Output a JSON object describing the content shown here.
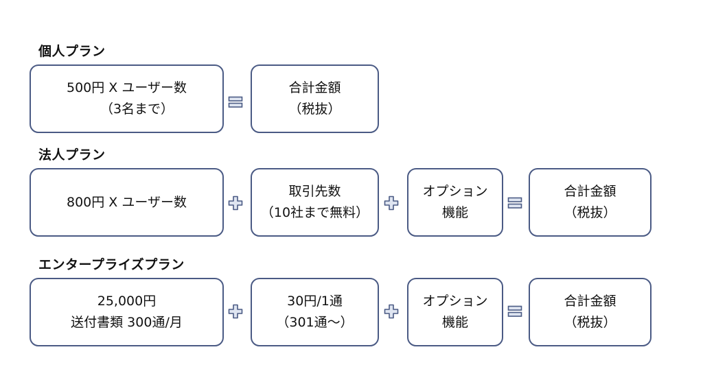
{
  "plans": [
    {
      "title": "個人プラン",
      "box1": [
        "500円 X ユーザー数",
        "（3名まで）"
      ],
      "total": [
        "合計金額",
        "（税抜）"
      ]
    },
    {
      "title": "法人プラン",
      "box1": [
        "800円 X ユーザー数"
      ],
      "box2": [
        "取引先数",
        "（10社まで無料）"
      ],
      "box3": [
        "オプション",
        "機能"
      ],
      "total": [
        "合計金額",
        "（税抜）"
      ]
    },
    {
      "title": "エンタープライズプラン",
      "box1": [
        "25,000円",
        "送付書類 300通/月"
      ],
      "box2": [
        "30円/1通",
        "（301通〜）"
      ],
      "box3": [
        "オプション",
        "機能"
      ],
      "total": [
        "合計金額",
        "（税抜）"
      ]
    }
  ],
  "colors": {
    "box_border": "#4a5a84",
    "operator_outline": "#4a5a84",
    "operator_fill": "#dfe5f1"
  },
  "icons": [
    "plus-icon",
    "equals-icon"
  ]
}
